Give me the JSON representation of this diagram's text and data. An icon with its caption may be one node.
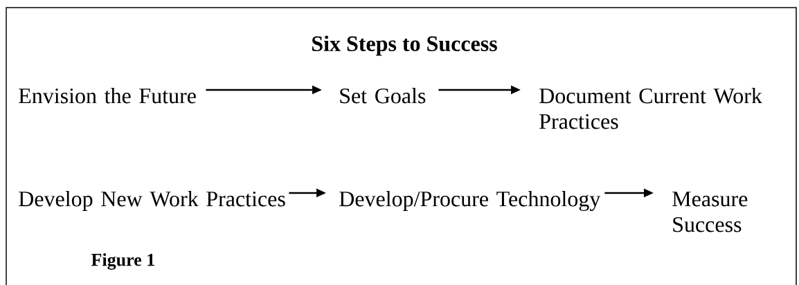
{
  "diagram": {
    "title": "Six Steps to Success",
    "caption": "Figure 1",
    "nodes": [
      {
        "text": [
          "Envision the Future"
        ]
      },
      {
        "text": [
          "Set Goals"
        ]
      },
      {
        "text": [
          "Document Current Work Practices"
        ]
      },
      {
        "text": [
          "Develop New Work Practices"
        ]
      },
      {
        "text": [
          "Develop/Procure Technology"
        ]
      },
      {
        "text": [
          "Measure Success"
        ]
      }
    ],
    "edges": [
      {
        "from": 0,
        "to": 1,
        "arrow": "to"
      },
      {
        "from": 1,
        "to": 2,
        "arrow": "to"
      },
      {
        "from": 3,
        "to": 4,
        "arrow": "to"
      },
      {
        "from": 4,
        "to": 5,
        "arrow": "to"
      }
    ]
  }
}
